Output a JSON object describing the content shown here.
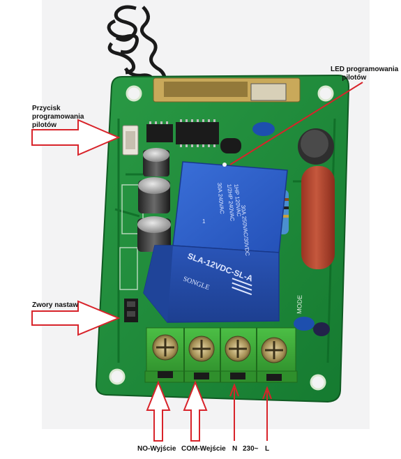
{
  "callouts": {
    "programming_button": [
      "Przycisk",
      "programowania",
      "pilotów"
    ],
    "programming_led": [
      "LED programowania",
      "pilotów"
    ],
    "jumpers": "Zwory nastaw"
  },
  "terminals": {
    "no_output": "NO-Wyjście",
    "com_input": "COM-Wejście",
    "n": "N",
    "mains": "230~",
    "l": "L"
  },
  "component_markings": {
    "relay_brand": "SONGLE",
    "relay_model": "SLA-12VDC-SL-A",
    "relay_rating_1": "30A 250VAC/30VDC",
    "relay_rating_2": "30A 240VAC",
    "relay_hp_1": "1HP 120VAC",
    "relay_hp_2": "1/2HP 240VAC",
    "relay_pin": "1",
    "pcb_mode": "MODE"
  },
  "colors": {
    "pcb": "#1f8a3a",
    "relay": "#2b59c3",
    "terminal": "#3fae3a",
    "capacitor_red": "#b5452e",
    "arrow_red": "#d8232a"
  }
}
